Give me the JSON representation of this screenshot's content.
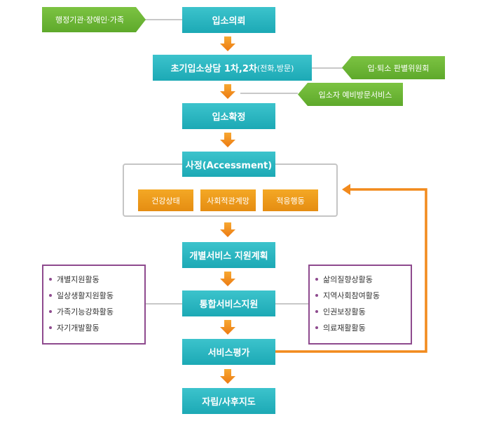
{
  "flow": {
    "step1": "입소의뢰",
    "step2": "초기입소상담 1차,2차",
    "step2_suffix": "(전화,방문)",
    "step3": "입소확정",
    "step4": "사정(Accessment)",
    "step5": "개별서비스 지원계획",
    "step6": "통합서비스지원",
    "step7": "서비스평가",
    "step8": "자립/사후지도"
  },
  "side_tags": {
    "referral_sources": "행정기관·장애인·가족",
    "committee": "입·퇴소 판별위원회",
    "preview_service": "입소자 예비방문서비스"
  },
  "assessment_items": [
    "건강상태",
    "사회적관계망",
    "적응행동"
  ],
  "left_panel": {
    "items": [
      "개별지원활동",
      "일상생활지원활동",
      "가족기능강화활동",
      "자기개발활동"
    ]
  },
  "right_panel": {
    "items": [
      "삶의질향상활동",
      "지역사회참여활동",
      "인권보장활동",
      "의료재활활동"
    ]
  },
  "colors": {
    "step_box": "#1ca9b5",
    "tag": "#6bb536",
    "assessment_item": "#e8941a",
    "arrow": "#f28a1c",
    "panel_border": "#8e4a8e",
    "feedback_line": "#f28a1c"
  }
}
